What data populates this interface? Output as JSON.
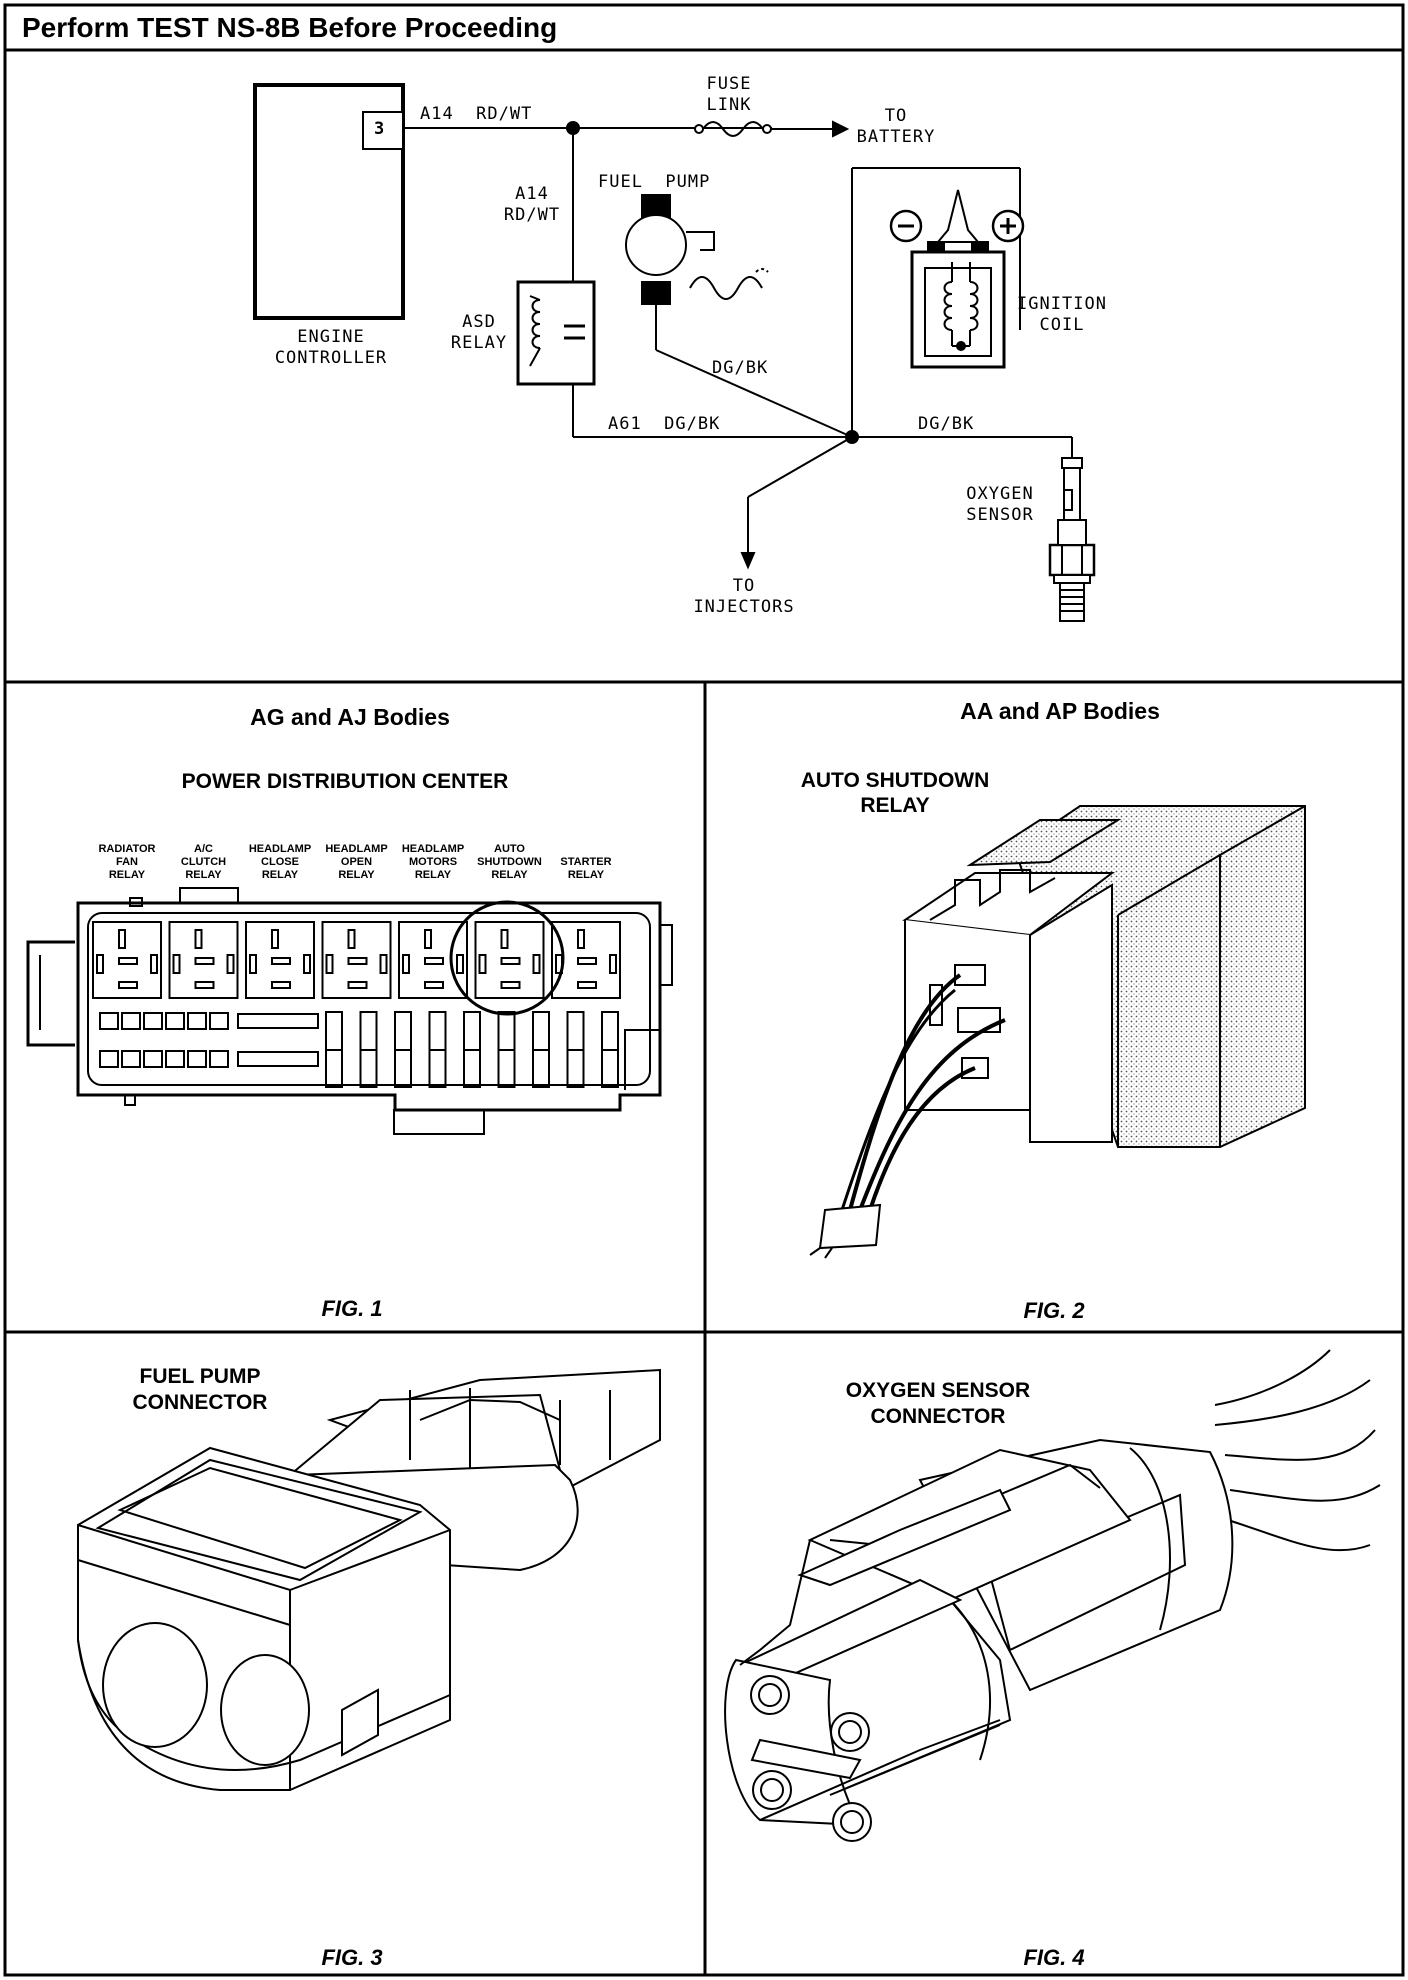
{
  "header": {
    "title": "Perform TEST NS-8B Before Proceeding"
  },
  "schematic": {
    "pin_number": "3",
    "engine_controller": "ENGINE\nCONTROLLER",
    "wire_a14_top": "A14  RD/WT",
    "wire_a14_vertical": "A14\nRD/WT",
    "fuse_link": "FUSE\nLINK",
    "to_battery": "TO\nBATTERY",
    "fuel_pump": "FUEL  PUMP",
    "asd_relay": "ASD\nRELAY",
    "ignition_coil": "IGNITION\nCOIL",
    "dg_bk_pump": "DG/BK",
    "dg_bk_right": "DG/BK",
    "a61": "A61  DG/BK",
    "oxygen_sensor": "OXYGEN\nSENSOR",
    "to_injectors": "TO\nINJECTORS"
  },
  "fig1": {
    "heading": "AG and AJ Bodies",
    "subheading": "POWER DISTRIBUTION CENTER",
    "relays": [
      "RADIATOR\nFAN\nRELAY",
      "A/C\nCLUTCH\nRELAY",
      "HEADLAMP\nCLOSE\nRELAY",
      "HEADLAMP\nOPEN\nRELAY",
      "HEADLAMP\nMOTORS\nRELAY",
      "AUTO\nSHUTDOWN\nRELAY",
      "STARTER\nRELAY"
    ],
    "caption": "FIG. 1"
  },
  "fig2": {
    "heading": "AA and AP Bodies",
    "label": "AUTO SHUTDOWN\nRELAY",
    "caption": "FIG. 2"
  },
  "fig3": {
    "label": "FUEL PUMP\nCONNECTOR",
    "caption": "FIG. 3"
  },
  "fig4": {
    "label": "OXYGEN SENSOR\nCONNECTOR",
    "caption": "FIG. 4"
  }
}
